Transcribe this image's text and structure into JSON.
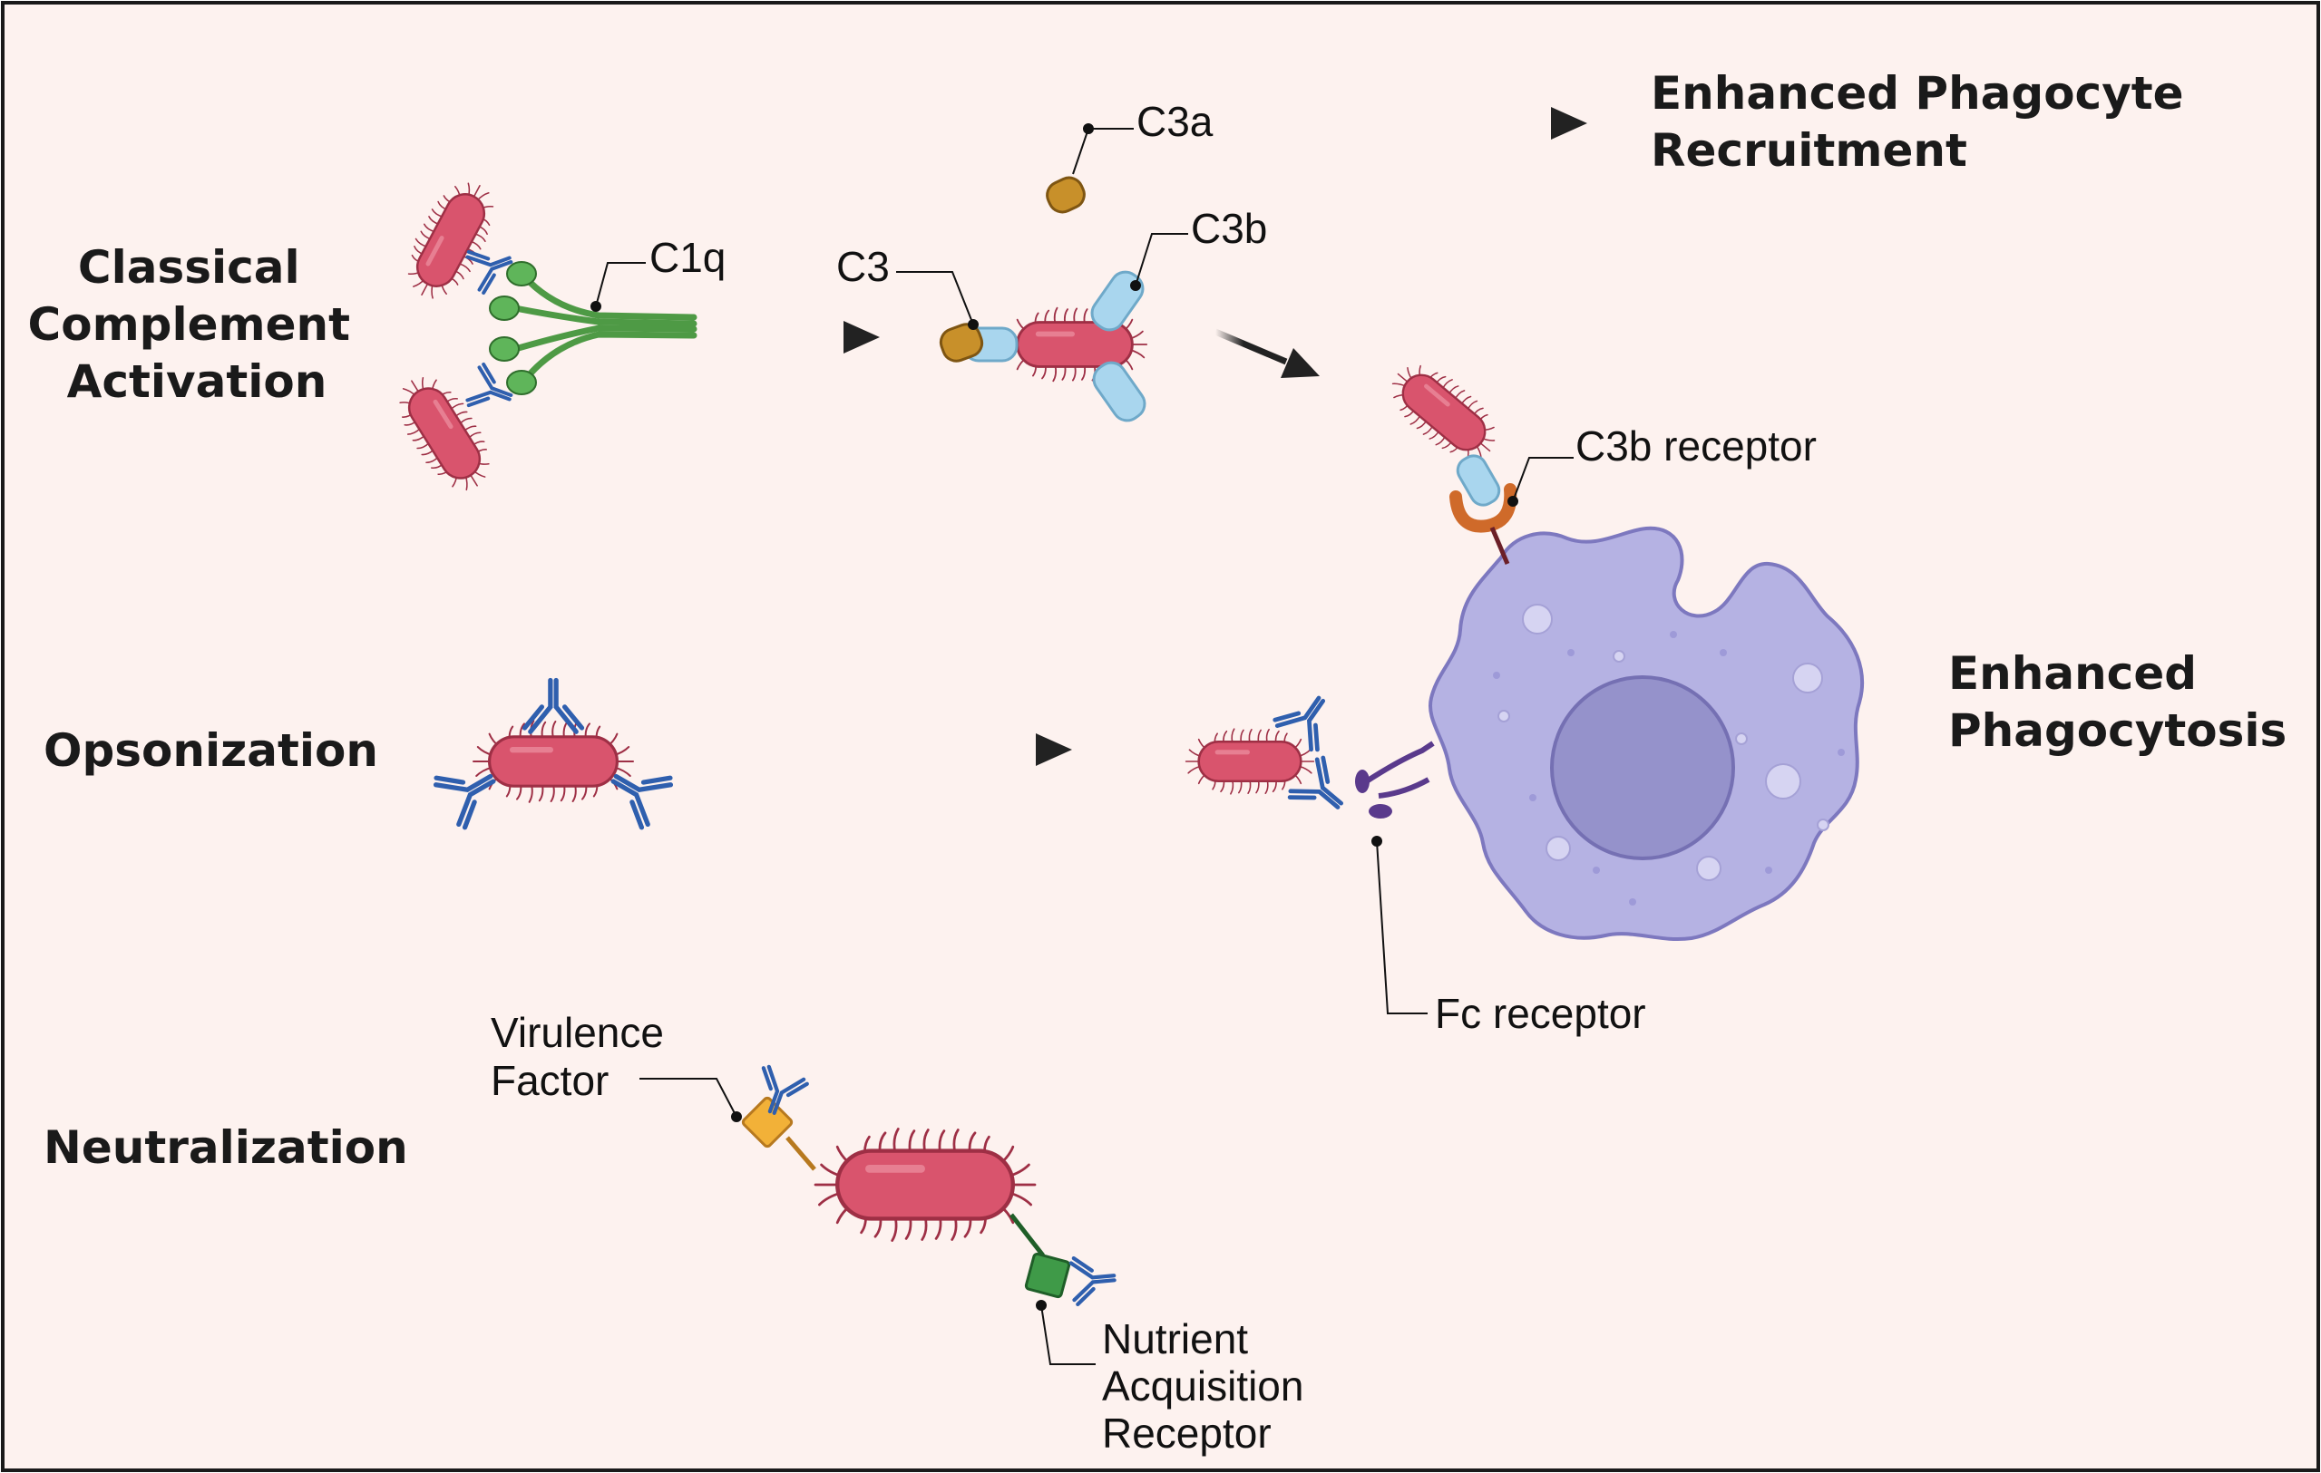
{
  "sections": {
    "classical": [
      "Classical",
      "Complement",
      "Activation"
    ],
    "opsonization": "Opsonization",
    "neutralization": "Neutralization"
  },
  "outcomes": {
    "recruitment": [
      "Enhanced Phagocyte",
      "Recruitment"
    ],
    "phagocytosis": [
      "Enhanced",
      "Phagocytosis"
    ]
  },
  "labels": {
    "c1q": "C1q",
    "c3": "C3",
    "c3a": "C3a",
    "c3b": "C3b",
    "c3b_receptor": "C3b receptor",
    "fc_receptor": "Fc receptor",
    "virulence_factor": [
      "Virulence",
      "Factor"
    ],
    "nutrient_receptor": [
      "Nutrient",
      "Acquisition",
      "Receptor"
    ]
  },
  "icons": {
    "bacterium": "bacterium-icon",
    "antibody": "antibody-icon",
    "c1q": "c1q-complex-icon",
    "phagocyte": "phagocyte-icon"
  },
  "colors": {
    "background": "#fdf2ef",
    "border": "#1a1a1a",
    "bacterium_fill": "#d9546d",
    "bacterium_stroke": "#9e2f45",
    "antibody": "#2f5fae",
    "c1q": "#4e9a45",
    "c3a": "#c8902a",
    "c3b": "#a9d6ee",
    "c3b_receptor": "#cf6a2a",
    "fc_receptor": "#5a3a8c",
    "phagocyte_fill": "#b5b2e3",
    "phagocyte_nucleus": "#9592cb",
    "virulence_factor": "#f2b138",
    "nutrient_receptor": "#3f9a48"
  }
}
